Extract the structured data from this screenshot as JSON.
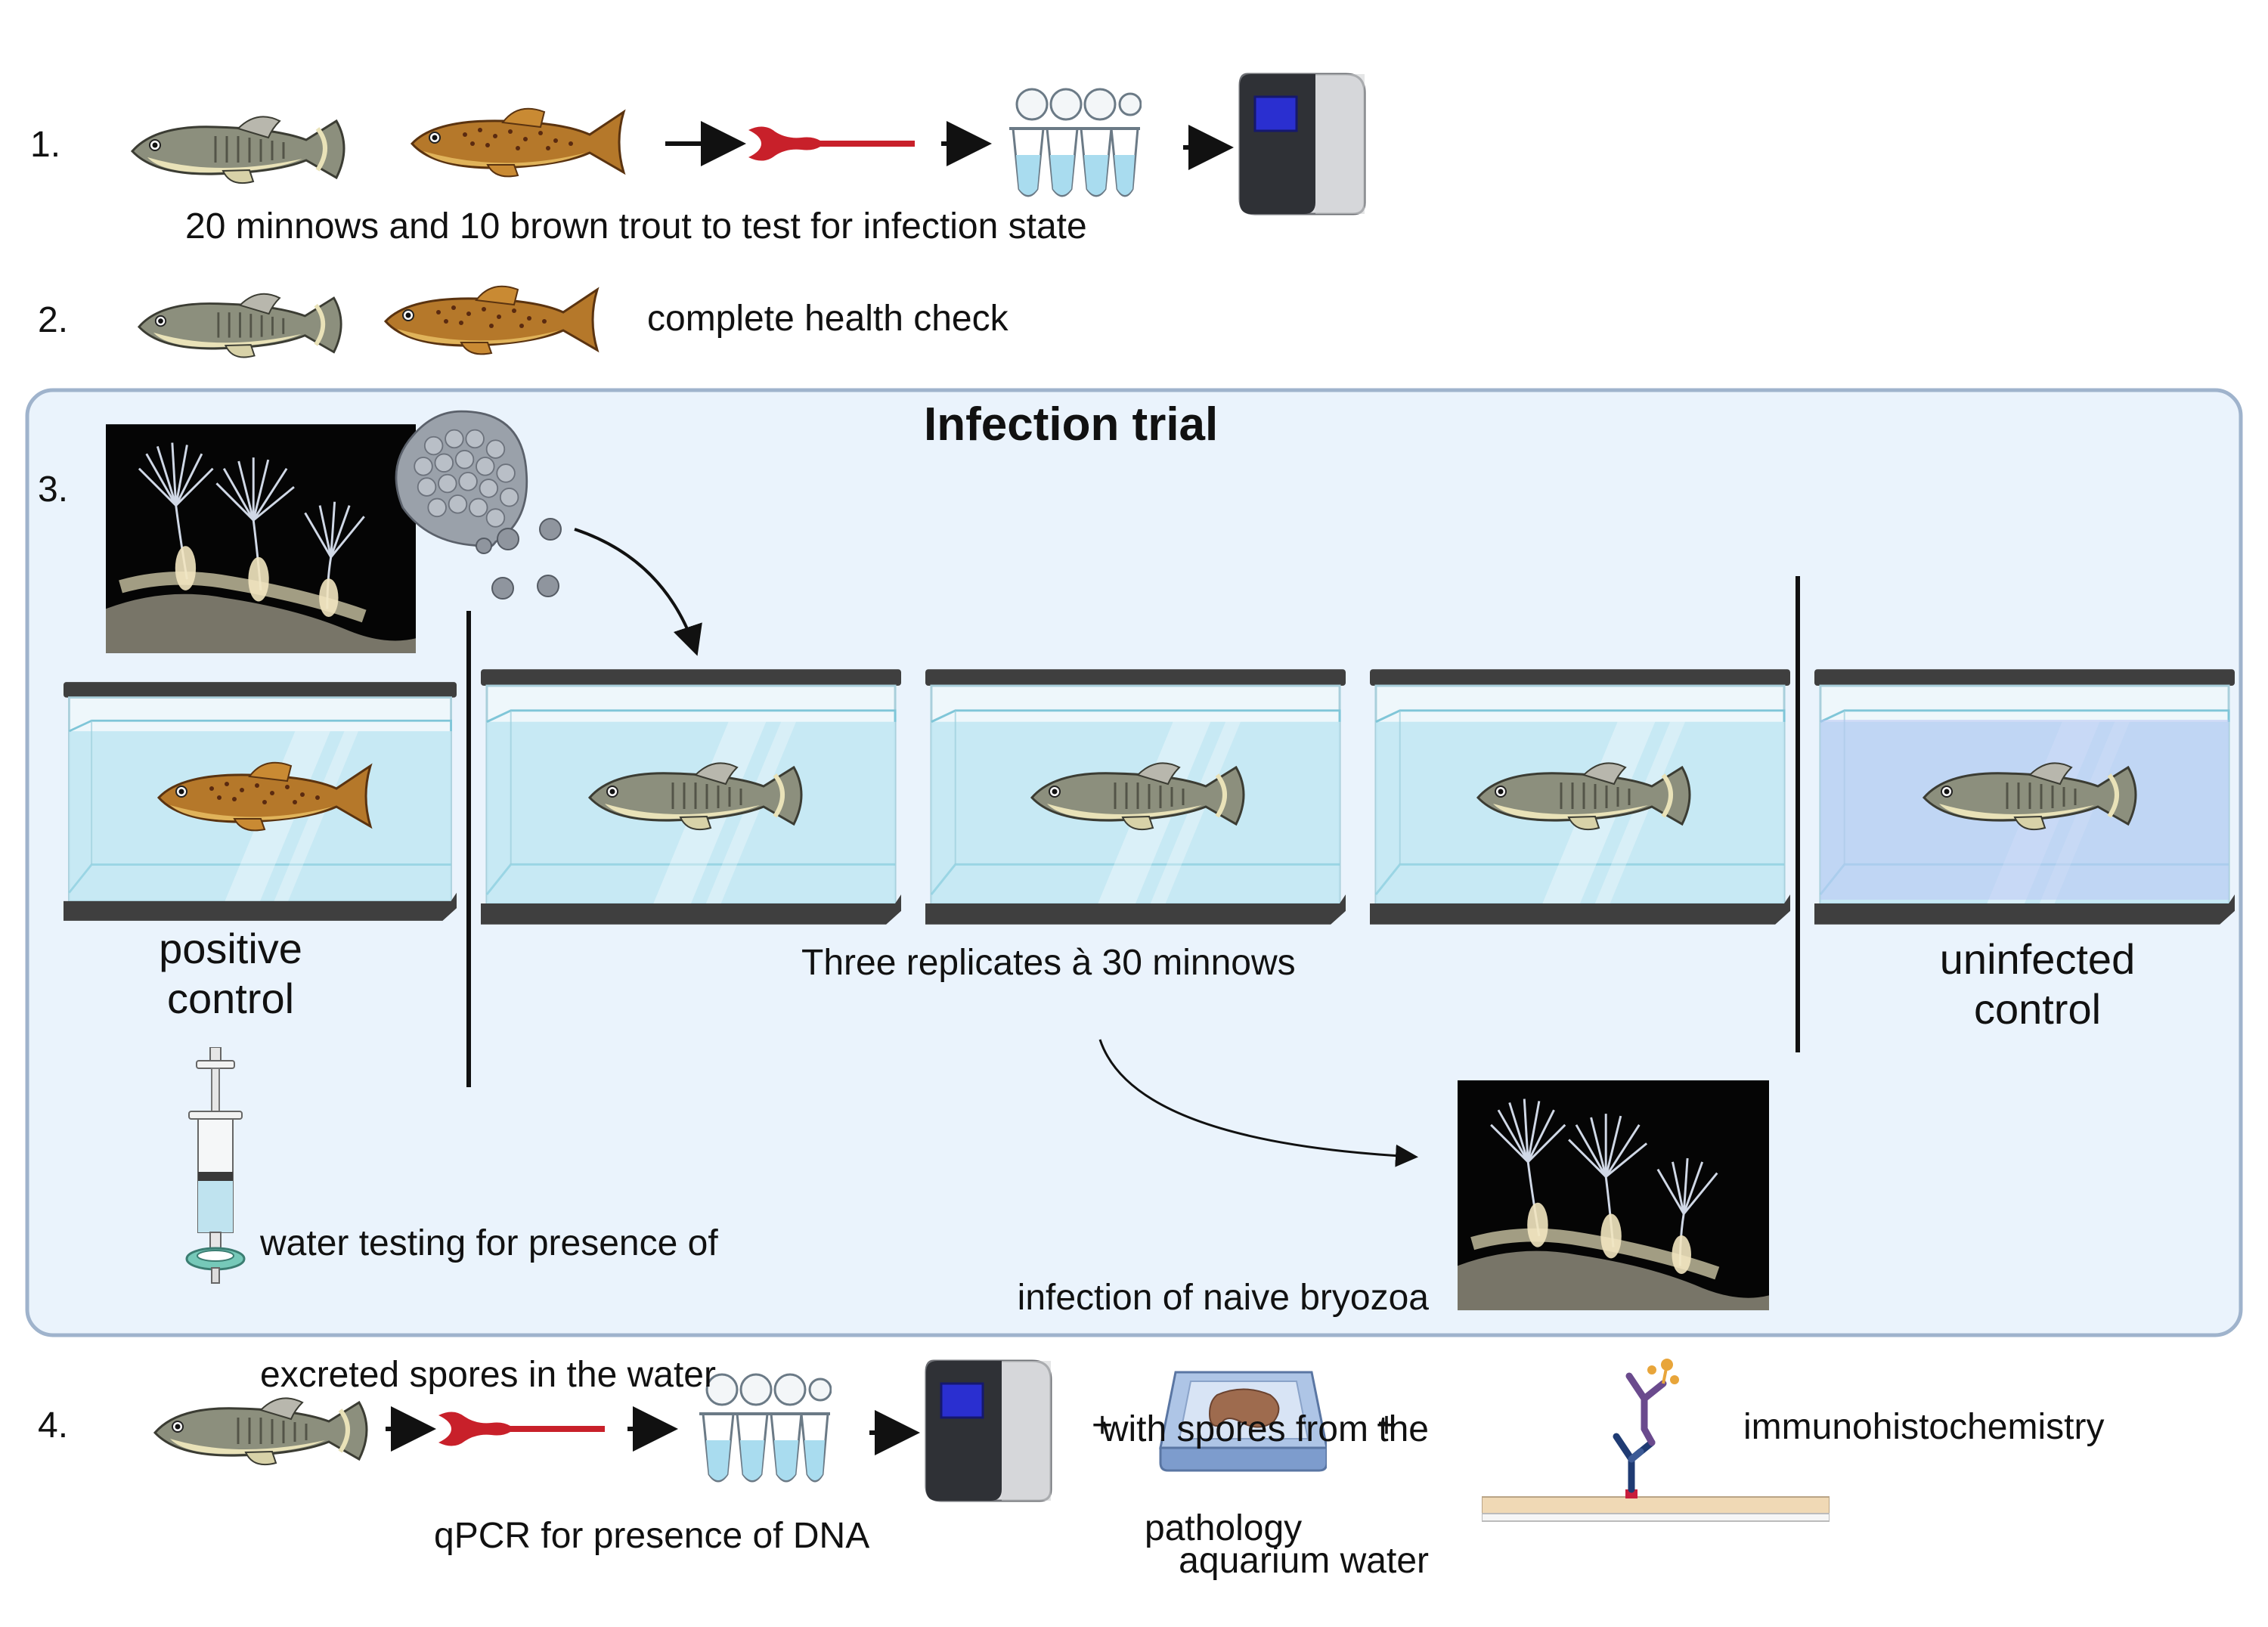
{
  "steps": {
    "s1": {
      "number": "1.",
      "caption": "20 minnows and 10 brown trout to test for infection state"
    },
    "s2": {
      "number": "2.",
      "caption": "complete health check"
    },
    "s3": {
      "number": "3.",
      "title": "Infection trial",
      "positive_line1": "positive",
      "positive_line2": "control",
      "replicates": "Three replicates à 30 minnows",
      "uninfected_line1": "uninfected",
      "uninfected_line2": "control",
      "water_line1": "water testing for presence of",
      "water_line2": "excreted spores in the water",
      "bryozoa_line1": "infection of naive bryozoa",
      "bryozoa_line2": "with spores from the",
      "bryozoa_line3": "aquarium water"
    },
    "s4": {
      "number": "4.",
      "qpcr": "qPCR for presence of DNA",
      "plus1": "+",
      "pathology": "pathology",
      "plus2": "+",
      "ihc": "immunohistochemistry"
    }
  },
  "colors": {
    "panel_fill": "#eaf3fc",
    "panel_border": "#9fb3cc",
    "water": "#bfe6f2",
    "water_uninfected": "#b9c6f4",
    "tank_frame": "#444444",
    "organ": "#c8202a",
    "minnow": "#8c8f7d",
    "trout": "#b5782a",
    "device": "#d9dadd",
    "screen": "#2a2fd0"
  },
  "icons": [
    "minnow-icon",
    "brown-trout-icon",
    "kidney-tissue-icon",
    "pcr-tubes-icon",
    "qpcr-machine-icon",
    "bryozoa-photo",
    "spore-sac-icon",
    "aquarium-tank-icon",
    "syringe-filter-icon",
    "pathology-slide-icon",
    "antibody-icon"
  ]
}
